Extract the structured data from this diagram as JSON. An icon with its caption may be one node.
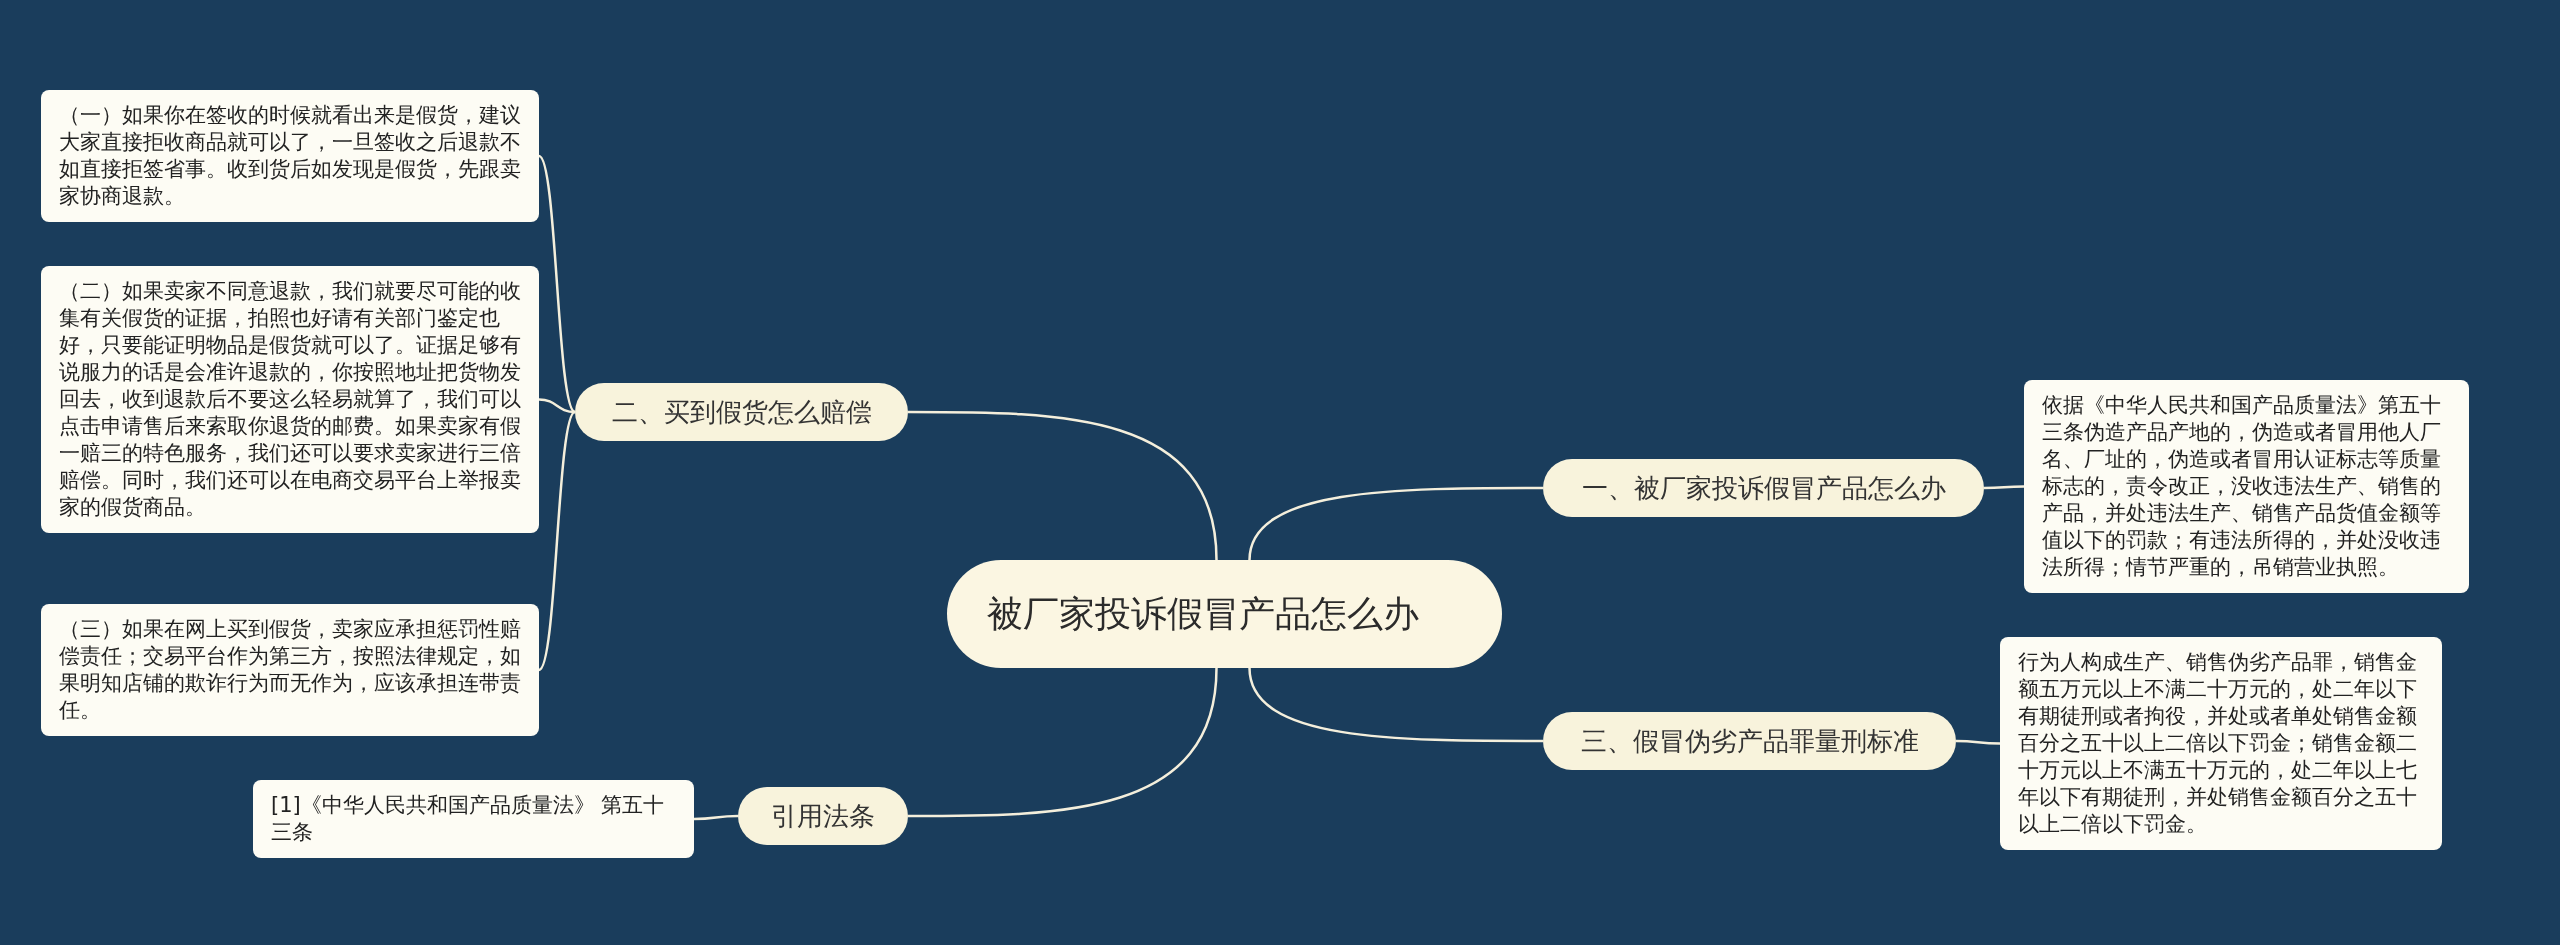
{
  "diagram": {
    "nodes": [
      {
        "text": [
          "被厂家投诉假冒产品怎么办"
        ]
      },
      {
        "text": [
          "一、被厂家投诉假冒产品怎么办"
        ]
      },
      {
        "text": [
          "依据《中华人民共和国产品质量法》第五十三条伪造产品产地的，伪造或者冒用他人厂名、厂址的，伪造或者冒用认证标志等质量标志的，责令改正，没收违法生产、销售的产品，并处违法生产、销售产品货值金额等值以下的罚款；有违法所得的，并处没收违法所得；情节严重的，吊销营业执照。"
        ]
      },
      {
        "text": [
          "二、买到假货怎么赔偿"
        ]
      },
      {
        "text": [
          "（一）如果你在签收的时候就看出来是假货，建议大家直接拒收商品就可以了，一旦签收之后退款不如直接拒签省事。收到货后如发现是假货，先跟卖家协商退款。"
        ]
      },
      {
        "text": [
          "（二）如果卖家不同意退款，我们就要尽可能的收集有关假货的证据，拍照也好请有关部门鉴定也好，只要能证明物品是假货就可以了。证据足够有说服力的话是会准许退款的，你按照地址把货物发回去，收到退款后不要这么轻易就算了，我们可以点击申请售后来索取你退货的邮费。如果卖家有假一赔三的特色服务，我们还可以要求卖家进行三倍赔偿。同时，我们还可以在电商交易平台上举报卖家的假货商品。"
        ]
      },
      {
        "text": [
          "（三）如果在网上买到假货，卖家应承担惩罚性赔偿责任；交易平台作为第三方，按照法律规定，如果明知店铺的欺诈行为而无作为，应该承担连带责任。"
        ]
      },
      {
        "text": [
          "三、假冒伪劣产品罪量刑标准"
        ]
      },
      {
        "text": [
          "行为人构成生产、销售伪劣产品罪，销售金额五万元以上不满二十万元的，处二年以下有期徒刑或者拘役，并处或者单处销售金额百分之五十以上二倍以下罚金；销售金额二十万元以上不满五十万元的，处二年以上七年以下有期徒刑，并处销售金额百分之五十以上二倍以下罚金。"
        ]
      },
      {
        "text": [
          "引用法条"
        ]
      },
      {
        "text": [
          "[1]《中华人民共和国产品质量法》 第五十三条"
        ]
      }
    ],
    "edges": [
      {
        "from": 0,
        "to": 1,
        "arrow": "none"
      },
      {
        "from": 1,
        "to": 2,
        "arrow": "none"
      },
      {
        "from": 0,
        "to": 3,
        "arrow": "none"
      },
      {
        "from": 3,
        "to": 4,
        "arrow": "none"
      },
      {
        "from": 3,
        "to": 5,
        "arrow": "none"
      },
      {
        "from": 3,
        "to": 6,
        "arrow": "none"
      },
      {
        "from": 0,
        "to": 7,
        "arrow": "none"
      },
      {
        "from": 7,
        "to": 8,
        "arrow": "none"
      },
      {
        "from": 0,
        "to": 9,
        "arrow": "none"
      },
      {
        "from": 9,
        "to": 10,
        "arrow": "none"
      }
    ]
  }
}
